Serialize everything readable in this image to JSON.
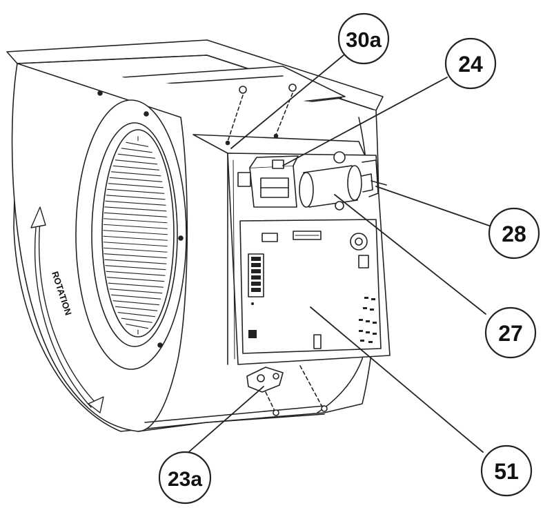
{
  "callouts": {
    "c30a": "30a",
    "c24": "24",
    "c28": "28",
    "c27": "27",
    "c51": "51",
    "c23a": "23a"
  },
  "housing_text": "ROTATION"
}
